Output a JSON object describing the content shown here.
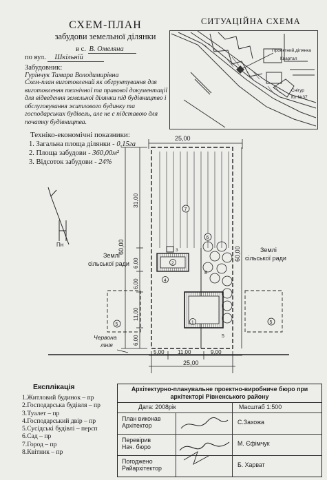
{
  "header": {
    "title": "СХЕМ-ПЛАН",
    "subtitle": "забудови земельної ділянки",
    "village_prefix": "в с.",
    "village": "В. Омеляна",
    "street_prefix": "по вул.",
    "street": "Шкільній",
    "developer_label": "Забудовник:",
    "developer": "Гурінчук Тамара Володимирівна"
  },
  "note": "Схем-план виготовлений як обгрунтування для виготовлення технічної та правової документації для відведення земельної ділянки під будівництво і обслуговування житлового будинку та господарських будівель, але не є підставою для початку будівництва.",
  "situation": {
    "title": "СИТУАЦІЙНА СХЕМА",
    "label_1": "Проектний.ділянка",
    "label_2": "Квартал",
    "label_3": "Снігур",
    "label_4": "Кл №37"
  },
  "tep": {
    "heading": "Техніко-економічні показники:",
    "items": [
      {
        "label": "1. Загальна площа ділянки -",
        "value": "0,15га"
      },
      {
        "label": "2. Площа забудови -",
        "value": "360,00м²"
      },
      {
        "label": "3. Відсоток забудови -",
        "value": "24%"
      }
    ]
  },
  "plan": {
    "dim_top": "25,00",
    "dim_bottom_total": "25,00",
    "dim_b1": "5,00",
    "dim_b2": "11,00",
    "dim_b3": "9,00",
    "dim_left_total": "60,00",
    "dim_l1": "31,00",
    "dim_l2": "6,00",
    "dim_l3": "6,00",
    "dim_l4": "11,00",
    "dim_l5": "6,00",
    "dim_right": "60,00",
    "lands_left_1": "Землі",
    "lands_left_2": "сільської ради",
    "lands_right_1": "Землі",
    "lands_right_2": "сільської ради",
    "red_line_1": "Червона",
    "red_line_2": "лінія",
    "n1": "1",
    "n2": "2",
    "n3": "3",
    "n4": "4",
    "n5": "5",
    "n6": "6",
    "n7": "7",
    "n8": "8",
    "n5b": "5",
    "n5c": "5",
    "north": "Пн"
  },
  "legend": {
    "heading": "Експлікація",
    "items": [
      "1.Житловий будинок – пр",
      "2.Господарська будівля – пр",
      "3.Туалет – пр",
      "4.Господарський двір – пр",
      "5.Сусідські будівлі – персп",
      "6.Сад – пр",
      "7.Город – пр",
      "8.Квітник – пр"
    ]
  },
  "stamp": {
    "org": "Архітектурно-планувальне проектно-виробниче бюро при архітекторі Рівненського району",
    "date": "Дата: 2008рік",
    "scale": "Масштаб 1:500",
    "r1_role": "План виконав Архітектор",
    "r1_name": "С.Захожа",
    "r2_role": "Перевірив Нач. бюро",
    "r2_name": "М. Єфімчук",
    "r3_role": "Погоджено Райархітектор",
    "r3_name": "Б. Харват"
  }
}
